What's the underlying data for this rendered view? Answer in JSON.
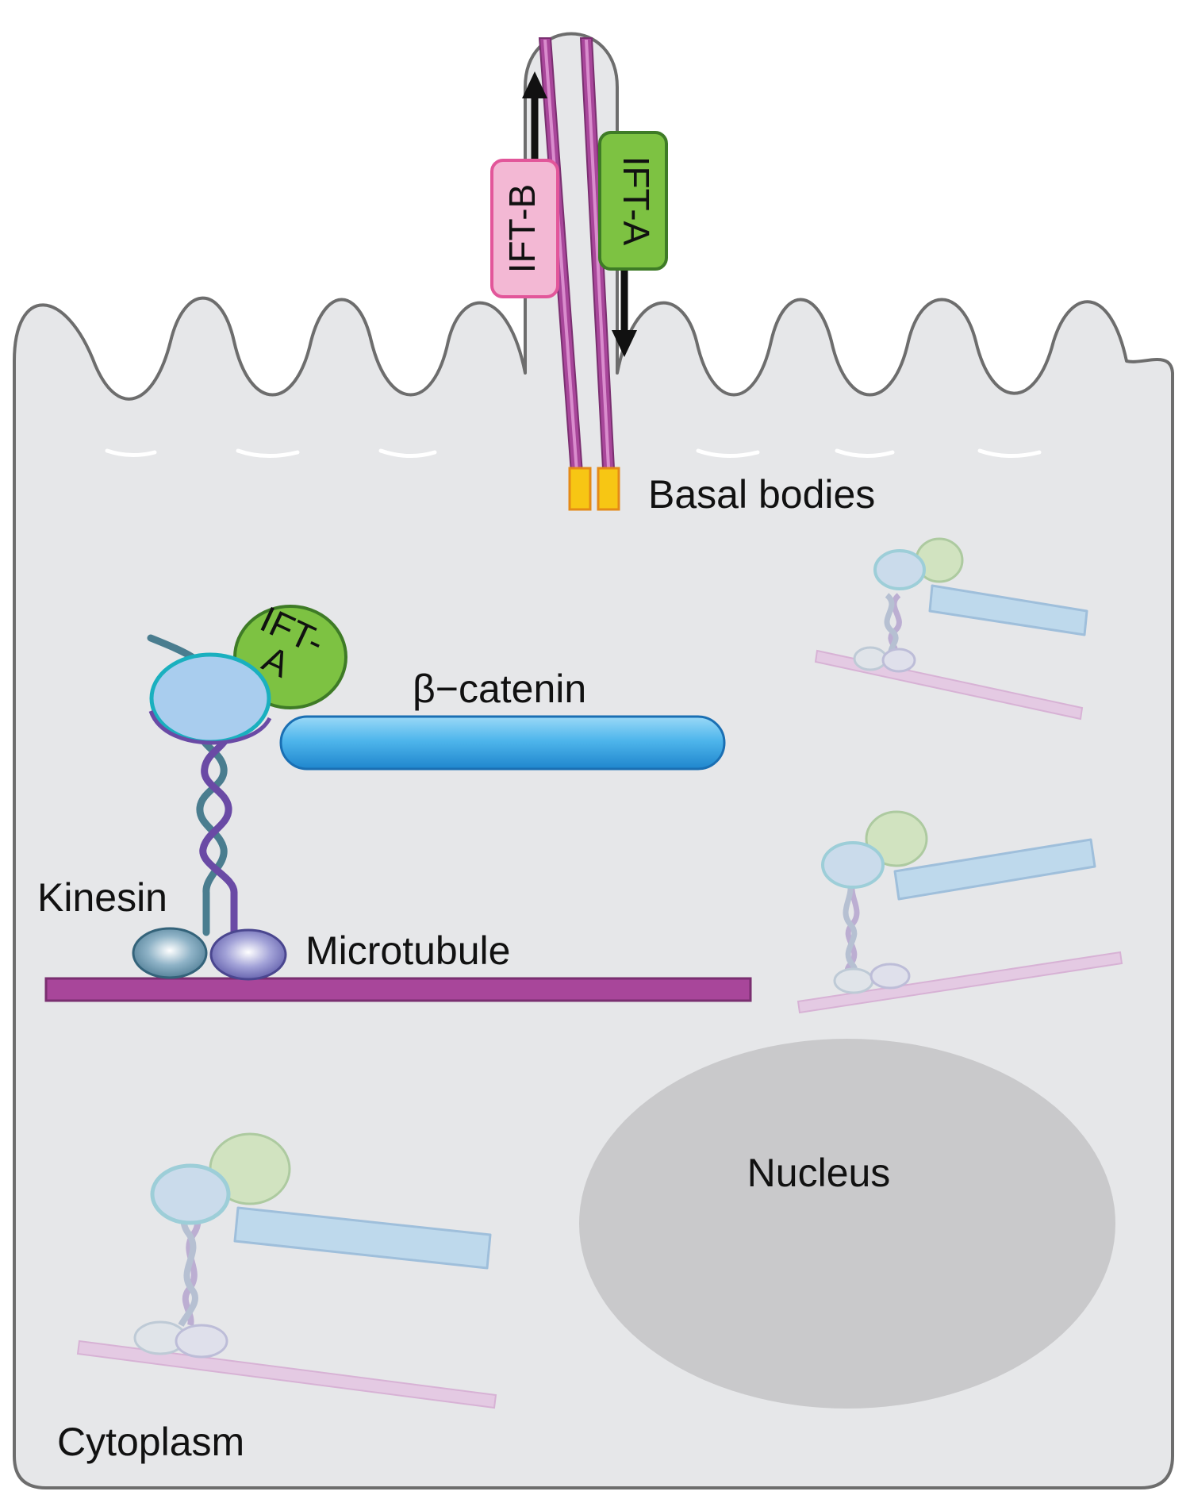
{
  "labels": {
    "ift_b": "IFT-B",
    "ift_a_cilium": "IFT-A",
    "basal_bodies": "Basal bodies",
    "ift_a_complex_line1": "IFT-",
    "ift_a_complex_line2": "A",
    "beta_catenin": "β−catenin",
    "kinesin": "Kinesin",
    "microtubule": "Microtubule",
    "nucleus": "Nucleus",
    "cytoplasm": "Cytoplasm"
  },
  "colors": {
    "cell_fill": "#e6e7e9",
    "cell_outline": "#6d6d6d",
    "microtubule": "#a8469a",
    "ift_b_fill": "#f3b8d4",
    "ift_b_border": "#e2569a",
    "ift_a_fill": "#7dc242",
    "ift_a_border": "#3e7b26",
    "basal_body": "#f7c614",
    "beta_catenin": "#41a9e6",
    "kinesin_head": "#a9cdee",
    "nucleus": "#c9c9cb"
  }
}
